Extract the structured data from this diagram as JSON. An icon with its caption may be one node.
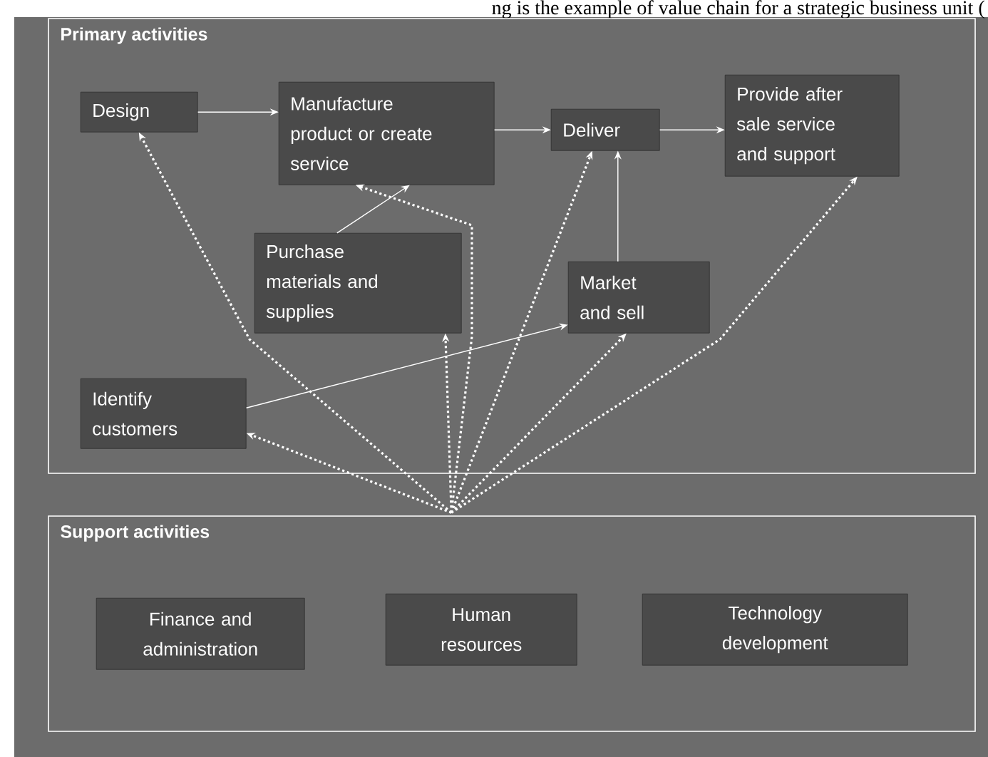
{
  "diagram": {
    "nodes": [
      {
        "text": [
          "Primary activities"
        ]
      },
      {
        "text": [
          "Design"
        ],
        "in": 0
      },
      {
        "text": [
          "Manufacture product or create service"
        ],
        "in": 0
      },
      {
        "text": [
          "Deliver"
        ],
        "in": 0
      },
      {
        "text": [
          "Provide after sale service and support"
        ],
        "in": 0
      },
      {
        "text": [
          "Purchase materials and supplies"
        ],
        "in": 0
      },
      {
        "text": [
          "Market and sell"
        ],
        "in": 0
      },
      {
        "text": [
          "Identify customers"
        ],
        "in": 0
      },
      {
        "text": [
          "Support activities"
        ]
      },
      {
        "text": [
          "Finance and administration"
        ],
        "in": 8
      },
      {
        "text": [
          "Human resources"
        ],
        "in": 8
      },
      {
        "text": [
          "Technology development"
        ],
        "in": 8
      }
    ],
    "edges": [
      {
        "from": 1,
        "to": 2,
        "arrow": "to"
      },
      {
        "from": 2,
        "to": 3,
        "arrow": "to"
      },
      {
        "from": 3,
        "to": 4,
        "arrow": "to"
      },
      {
        "from": 6,
        "to": 3,
        "arrow": "to"
      },
      {
        "from": 5,
        "to": 2,
        "arrow": "to"
      },
      {
        "from": 7,
        "to": 6,
        "arrow": "to"
      },
      {
        "from": 8,
        "to": 1,
        "arrow": "to",
        "style": "dashed"
      },
      {
        "from": 8,
        "to": 2,
        "arrow": "to",
        "style": "dashed"
      },
      {
        "from": 8,
        "to": 5,
        "arrow": "to",
        "style": "dashed"
      },
      {
        "from": 8,
        "to": 3,
        "arrow": "to",
        "style": "dashed"
      },
      {
        "from": 8,
        "to": 6,
        "arrow": "to",
        "style": "dashed"
      },
      {
        "from": 8,
        "to": 4,
        "arrow": "to",
        "style": "dashed"
      },
      {
        "from": 8,
        "to": 7,
        "arrow": "to",
        "style": "dashed"
      }
    ],
    "labels": [
      "ng is the example of value chain for a strategic business unit ("
    ]
  }
}
